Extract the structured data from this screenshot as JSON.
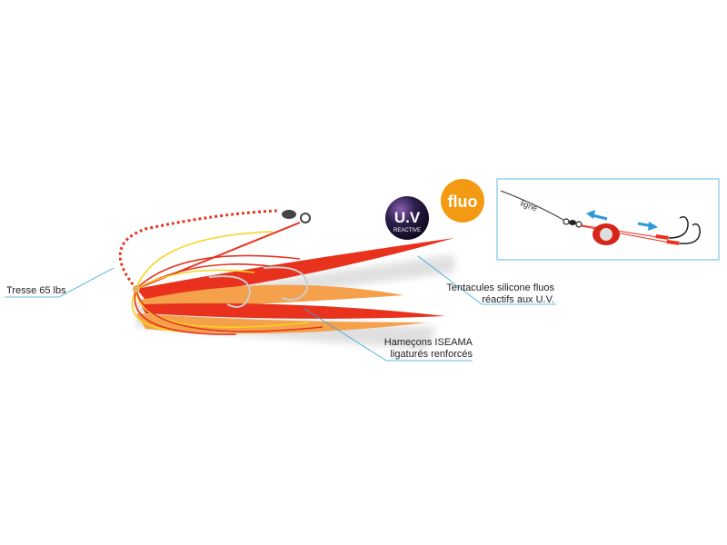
{
  "labels": {
    "braid": "Tresse 65 lbs",
    "tentacles_line1": "Tentacules silicone fluos",
    "tentacles_line2": "réactifs aux U.V.",
    "hooks_line1": "Hameçons ISEAMA",
    "hooks_line2": "ligaturés renforcés"
  },
  "badges": {
    "uv_main": "U.V",
    "uv_sub": "REACTIVE",
    "fluo": "fluo"
  },
  "inset": {
    "line_label": "ligne"
  },
  "colors": {
    "callout_line": "#3aa6d8",
    "red": "#e8321e",
    "orange": "#f5a04a",
    "yellow": "#f7d21a",
    "arrow": "#2a9ad8",
    "fluo_badge": "#f39a12",
    "uv_badge": "#2b1e4a"
  }
}
